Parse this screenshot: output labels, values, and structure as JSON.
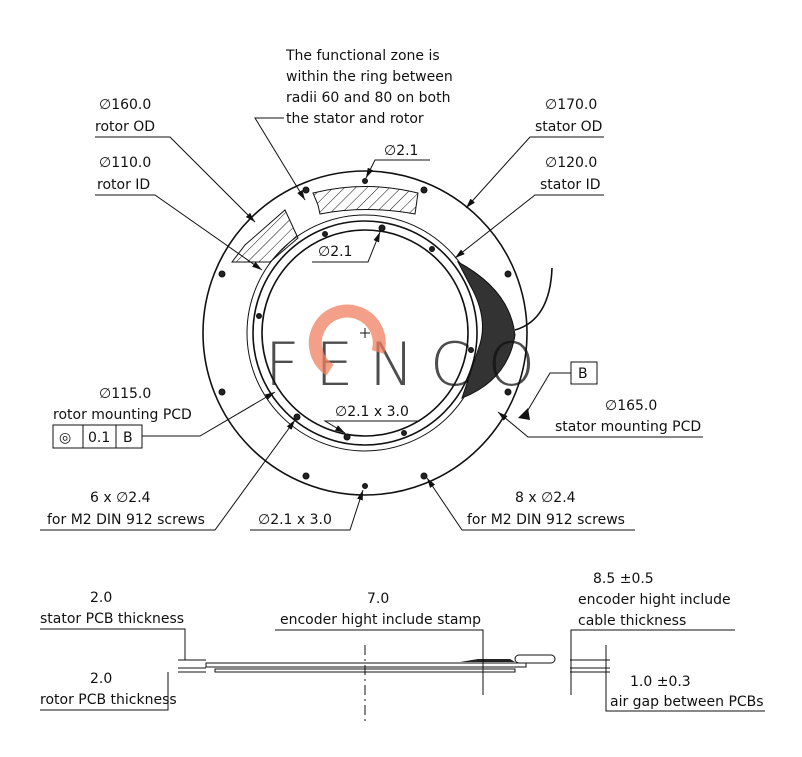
{
  "top_view": {
    "note": [
      "The functional zone is",
      "within the ring between",
      "radii 60 and 80 on both",
      "the stator and rotor"
    ],
    "rotor_od": {
      "value": "∅160.0",
      "label": "rotor OD"
    },
    "rotor_id": {
      "value": "∅110.0",
      "label": "rotor ID"
    },
    "stator_od": {
      "value": "∅170.0",
      "label": "stator OD"
    },
    "stator_id": {
      "value": "∅120.0",
      "label": "stator ID"
    },
    "hole_top": "∅2.1",
    "hole_inner": "∅2.1",
    "slot_inner": "∅2.1 x 3.0",
    "slot_bottom": "∅2.1 x 3.0",
    "rotor_pcd": {
      "value": "∅115.0",
      "label": "rotor mounting PCD",
      "tolerance_frame": [
        "◎",
        "0.1",
        "B"
      ]
    },
    "stator_pcd": {
      "value": "∅165.0",
      "label": "stator mounting PCD",
      "datum": "B"
    },
    "rotor_screws": {
      "value": "6 x ∅2.4",
      "label": "for M2 DIN 912 screws"
    },
    "stator_screws": {
      "value": "8 x ∅2.4",
      "label": "for M2 DIN 912 screws"
    },
    "watermark": "FENCO"
  },
  "side_view": {
    "stator_pcb": {
      "value": "2.0",
      "label": "stator PCB thickness"
    },
    "rotor_pcb": {
      "value": "2.0",
      "label": "rotor PCB thickness"
    },
    "encoder_height": {
      "value": "7.0",
      "label": "encoder hight include stamp"
    },
    "cable_height": {
      "value": "8.5 ±0.5",
      "label": [
        "encoder hight include",
        "cable thickness"
      ]
    },
    "air_gap": {
      "value": "1.0 ±0.3",
      "label": "air gap between PCBs"
    }
  }
}
